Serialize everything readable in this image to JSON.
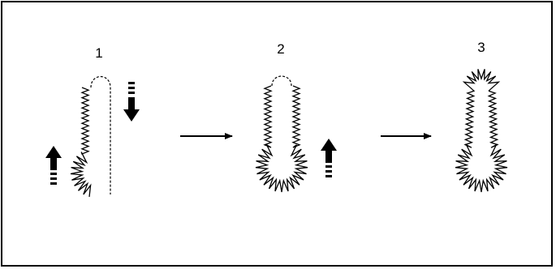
{
  "steps": [
    {
      "label": "1",
      "state": "left-side-stitched-right-outline-dashed",
      "arrows": [
        "up-left",
        "down-right"
      ]
    },
    {
      "label": "2",
      "state": "both-sides-stitched-top-bar-dashed",
      "arrows": [
        "up-right"
      ]
    },
    {
      "label": "3",
      "state": "fully-stitched",
      "arrows": []
    }
  ],
  "transitions": [
    {
      "from": "1",
      "to": "2"
    },
    {
      "from": "2",
      "to": "3"
    }
  ],
  "colors": {
    "ink": "#000000",
    "background": "#ffffff"
  }
}
